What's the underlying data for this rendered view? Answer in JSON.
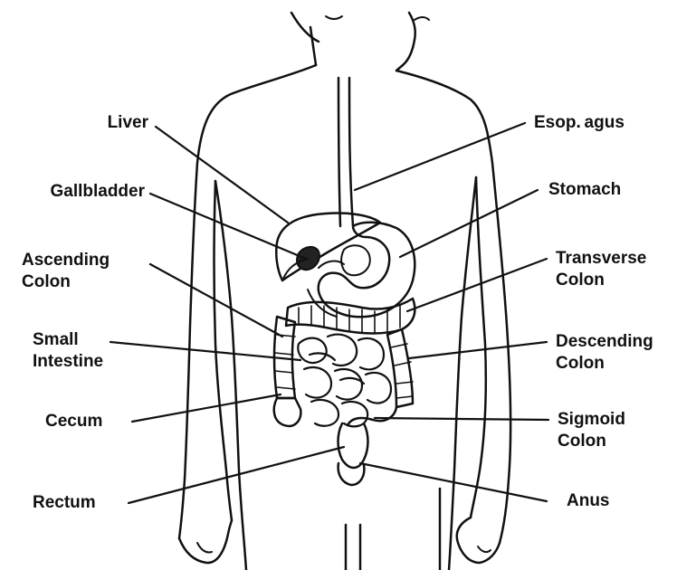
{
  "labels": {
    "liver": "Liver",
    "gallbladder": "Gallbladder",
    "ascending_colon_1": "Ascending",
    "ascending_colon_2": "Colon",
    "small_intestine_1": "Small",
    "small_intestine_2": "Intestine",
    "cecum": "Cecum",
    "rectum": "Rectum",
    "esophagus": "Esop. agus",
    "stomach": "Stomach",
    "transverse_colon_1": "Transverse",
    "transverse_colon_2": "Colon",
    "descending_colon_1": "Descending",
    "descending_colon_2": "Colon",
    "sigmoid_colon_1": "Sigmoid",
    "sigmoid_colon_2": "Colon",
    "anus": "Anus"
  },
  "colors": {
    "ink": "#111111",
    "background": "#ffffff"
  }
}
